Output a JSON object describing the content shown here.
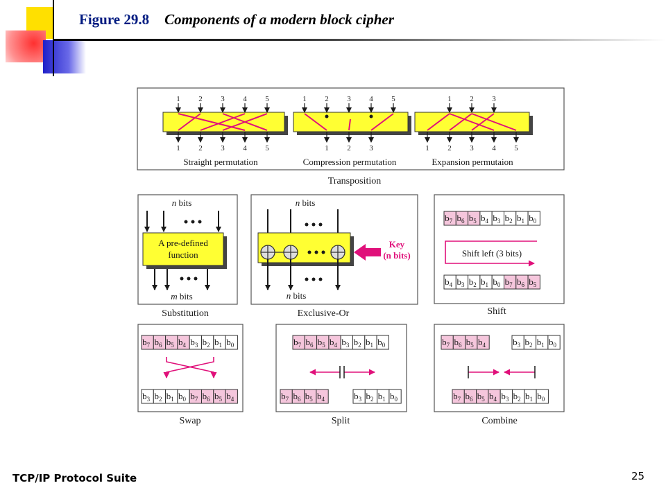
{
  "slide": {
    "figure_number": "Figure 29.8",
    "figure_title": "Components of a modern block cipher",
    "footer": "TCP/IP Protocol Suite",
    "page_number": "25"
  },
  "colors": {
    "box_yellow": "#ffff33",
    "accent_magenta": "#e0107a",
    "pink_cell": "#f5c6dc",
    "title_blue": "#001a80"
  },
  "transposition": {
    "caption": "Transposition",
    "straight": {
      "label": "Straight permutation",
      "inputs": [
        "1",
        "2",
        "3",
        "4",
        "5"
      ],
      "outputs": [
        "1",
        "2",
        "3",
        "4",
        "5"
      ]
    },
    "compression": {
      "label": "Compression permutation",
      "inputs": [
        "1",
        "2",
        "3",
        "4",
        "5"
      ],
      "outputs": [
        "1",
        "2",
        "3"
      ]
    },
    "expansion": {
      "label": "Expansion permutaion",
      "inputs": [
        "1",
        "2",
        "3"
      ],
      "outputs": [
        "1",
        "2",
        "3",
        "4",
        "5"
      ]
    }
  },
  "substitution": {
    "caption": "Substitution",
    "top": "n bits",
    "box": [
      "A pre-defined",
      "function"
    ],
    "bottom": "m bits",
    "top_italic": "n",
    "top_rest": " bits",
    "bottom_italic": "m",
    "bottom_rest": " bits"
  },
  "xor": {
    "caption": "Exclusive-Or",
    "top_italic": "n",
    "top_rest": " bits",
    "bottom_italic": "n",
    "bottom_rest": " bits",
    "key": [
      "Key",
      "(n bits)"
    ]
  },
  "shift": {
    "caption": "Shift",
    "row1": [
      "b7",
      "b6",
      "b5",
      "b4",
      "b3",
      "b2",
      "b1",
      "b0"
    ],
    "row1_pink": [
      0,
      1,
      2
    ],
    "label": "Shift left (3 bits)",
    "row2": [
      "b4",
      "b3",
      "b2",
      "b1",
      "b0",
      "b7",
      "b6",
      "b5"
    ],
    "row2_pink": [
      5,
      6,
      7
    ]
  },
  "swap": {
    "caption": "Swap",
    "row1": [
      "b7",
      "b6",
      "b5",
      "b4",
      "b3",
      "b2",
      "b1",
      "b0"
    ],
    "row1_pink": [
      0,
      1,
      2,
      3
    ],
    "row2": [
      "b3",
      "b2",
      "b1",
      "b0",
      "b7",
      "b6",
      "b5",
      "b4"
    ],
    "row2_pink": [
      4,
      5,
      6,
      7
    ]
  },
  "split": {
    "caption": "Split",
    "row1": [
      "b7",
      "b6",
      "b5",
      "b4",
      "b3",
      "b2",
      "b1",
      "b0"
    ],
    "row1_pink": [
      0,
      1,
      2,
      3
    ],
    "left": [
      "b7",
      "b6",
      "b5",
      "b4"
    ],
    "right": [
      "b3",
      "b2",
      "b1",
      "b0"
    ]
  },
  "combine": {
    "caption": "Combine",
    "left": [
      "b7",
      "b6",
      "b5",
      "b4"
    ],
    "right": [
      "b3",
      "b2",
      "b1",
      "b0"
    ],
    "row2": [
      "b7",
      "b6",
      "b5",
      "b4",
      "b3",
      "b2",
      "b1",
      "b0"
    ],
    "row2_pink": [
      0,
      1,
      2,
      3
    ]
  }
}
